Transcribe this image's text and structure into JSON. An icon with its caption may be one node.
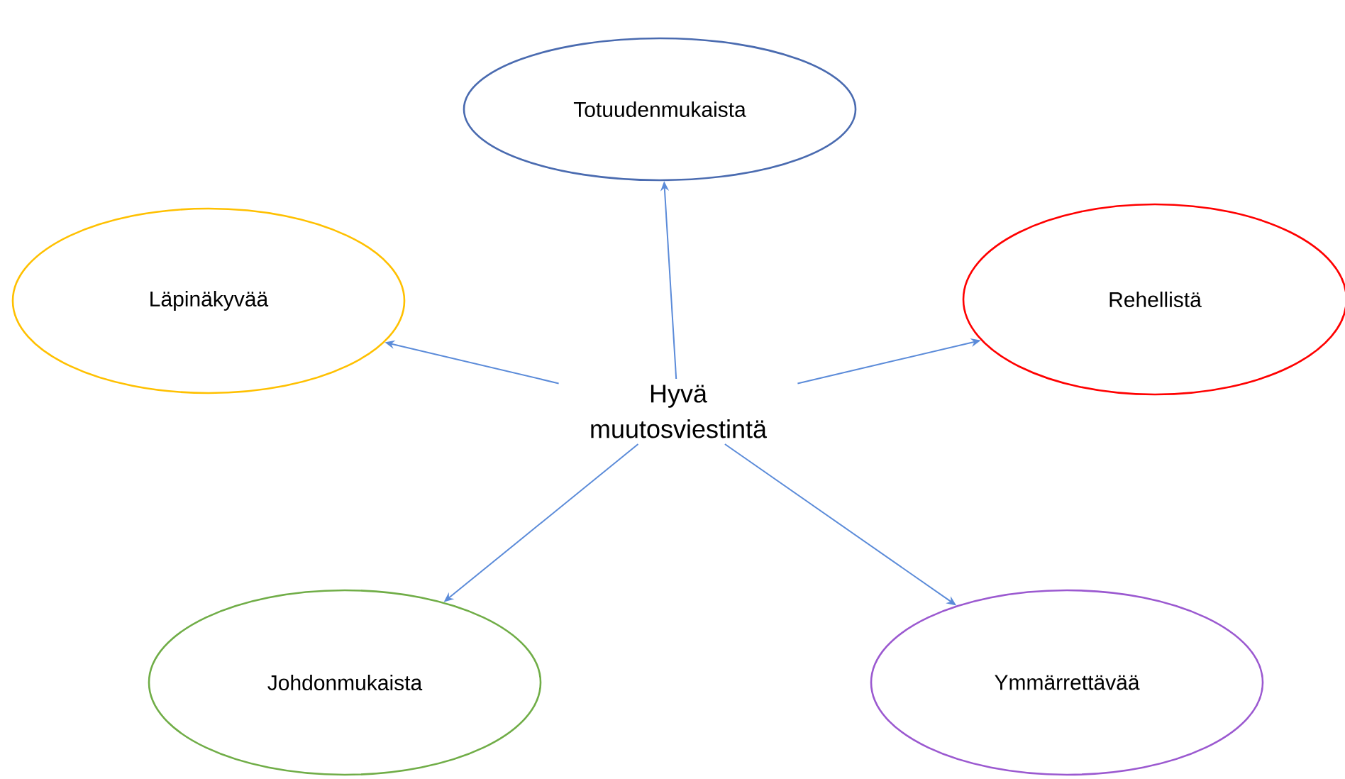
{
  "diagram": {
    "nodes": [
      {
        "text": [
          "Hyvä muutosviestintä"
        ]
      },
      {
        "text": [
          "Totuudenmukaista"
        ]
      },
      {
        "text": [
          "Läpinäkyvää"
        ]
      },
      {
        "text": [
          "Rehellistä"
        ]
      },
      {
        "text": [
          "Johdonmukaista"
        ]
      },
      {
        "text": [
          "Ymmärrettävää"
        ]
      }
    ],
    "edges": [
      {
        "from": 0,
        "to": 1,
        "arrow": "to"
      },
      {
        "from": 0,
        "to": 2,
        "arrow": "to"
      },
      {
        "from": 0,
        "to": 3,
        "arrow": "to"
      },
      {
        "from": 0,
        "to": 4,
        "arrow": "to"
      },
      {
        "from": 0,
        "to": 5,
        "arrow": "to"
      }
    ]
  }
}
